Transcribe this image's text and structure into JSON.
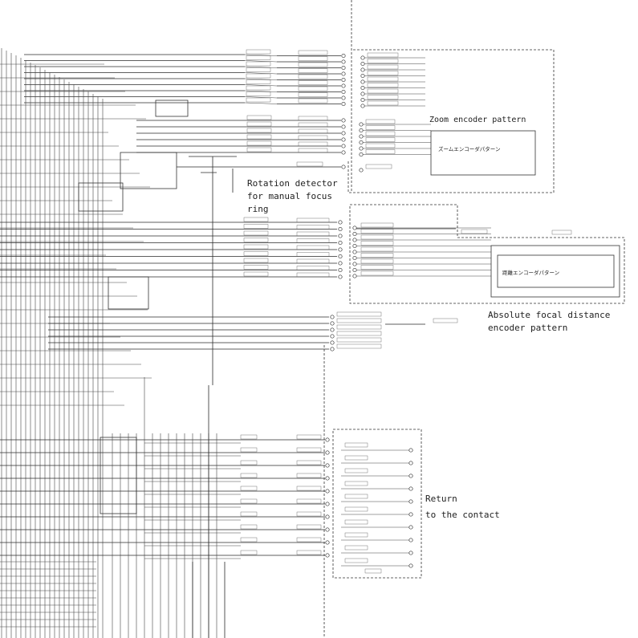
{
  "labels": {
    "zoom_pattern": "Zoom encoder pattern",
    "zoom_pattern_jp": "ズームエンコーダパターン",
    "rotation_1": "Rotation detector",
    "rotation_2": "for manual focus",
    "rotation_3": "ring",
    "abs_jp": "距離エンコーダパターン",
    "abs_1": "Absolute focal distance",
    "abs_2": "encoder pattern",
    "contact_1": "Return",
    "contact_2": "to the contact"
  }
}
